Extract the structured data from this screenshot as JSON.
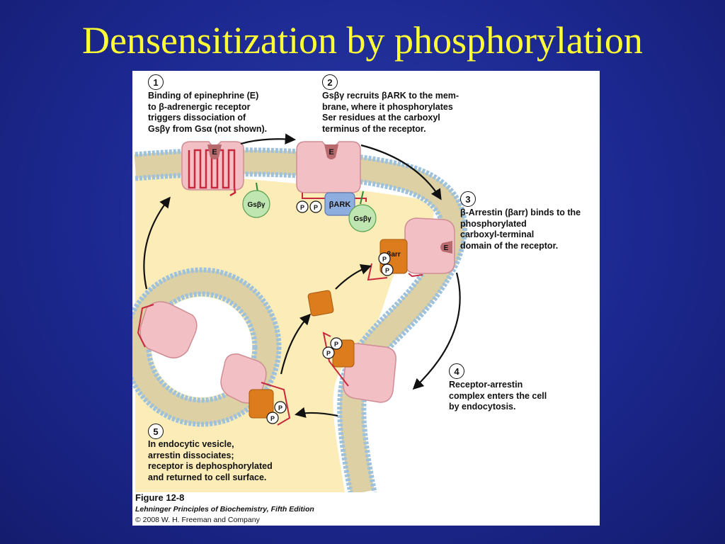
{
  "slide": {
    "title": "Densensitization by phosphorylation"
  },
  "colors": {
    "background": "#1c2890",
    "title": "#ffff33",
    "cytoplasm": "#fbecb8",
    "membrane_head": "#9ec2dc",
    "membrane_tail": "#dcd0a4",
    "receptor": "#f2c0c4",
    "receptor_helix": "#c8283c",
    "epinephrine": "#b86a6e",
    "arrestin": "#dc7c1c",
    "bark": "#8eaee0",
    "g_protein": "#bfe6b0"
  },
  "steps": [
    {
      "num": "1",
      "text": "Binding of epinephrine (E)\nto β-adrenergic receptor\ntriggers dissociation of\nGsβγ from Gsα (not shown)."
    },
    {
      "num": "2",
      "text": "Gsβγ recruits βARK to the mem-\nbrane, where it phosphorylates\nSer residues at the carboxyl\nterminus of the receptor."
    },
    {
      "num": "3",
      "text": "β-Arrestin (βarr) binds to the\nphosphorylated\ncarboxyl-terminal\ndomain of the receptor."
    },
    {
      "num": "4",
      "text": "Receptor-arrestin\ncomplex enters the cell\nby endocytosis."
    },
    {
      "num": "5",
      "text": "In endocytic vesicle,\narrestin dissociates;\nreceptor is dephosphorylated\nand returned to cell surface."
    }
  ],
  "labels": {
    "epinephrine": "E",
    "g_beta_gamma": "Gsβγ",
    "bark": "βARK",
    "arrestin": "βarr",
    "phosphate": "P"
  },
  "caption": {
    "figure": "Figure 12-8",
    "book": "Lehninger Principles of Biochemistry, Fifth Edition",
    "copyright": "© 2008 W. H. Freeman and Company"
  }
}
